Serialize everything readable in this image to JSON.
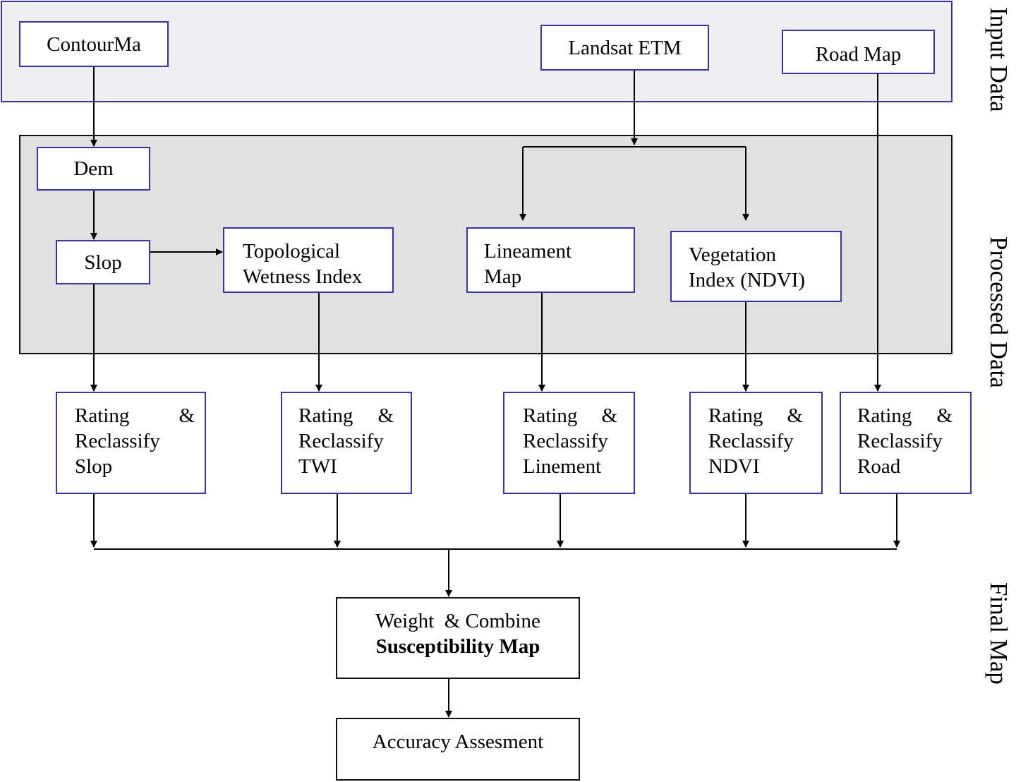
{
  "sections": {
    "input": "Input Data",
    "processed": "Processed Data",
    "final": "Final Map"
  },
  "nodes": {
    "contour_map": "ContourMa",
    "landsat": "Landsat ETM",
    "road_map": "Road Map",
    "dem": "Dem",
    "slop": "Slop",
    "twi": {
      "line1": "Topological",
      "line2": "Wetness Index"
    },
    "lineament": {
      "line1": "Lineament",
      "line2": "Map"
    },
    "ndvi": {
      "line1": "Vegetation",
      "line2": "Index (NDVI)"
    },
    "rate_slop": {
      "word1": "Rating",
      "amp": "&",
      "line2": "Reclassify",
      "line3": "Slop"
    },
    "rate_twi": {
      "word1": "Rating",
      "amp": "&",
      "line2": "Reclassify",
      "line3": "TWI"
    },
    "rate_lineament": {
      "word1": "Rating",
      "amp": "&",
      "line2": "Reclassify",
      "line3": "Linement"
    },
    "rate_ndvi": {
      "word1": "Rating",
      "amp": "&",
      "line2": "Reclassify",
      "line3": "NDVI"
    },
    "rate_road": {
      "word1": "Rating",
      "amp": "&",
      "line2": "Reclassify",
      "line3": "Road"
    },
    "weight_combine": {
      "line1": "Weight  & Combine",
      "line2": "Susceptibility Map"
    },
    "accuracy": "Accuracy Assesment"
  }
}
